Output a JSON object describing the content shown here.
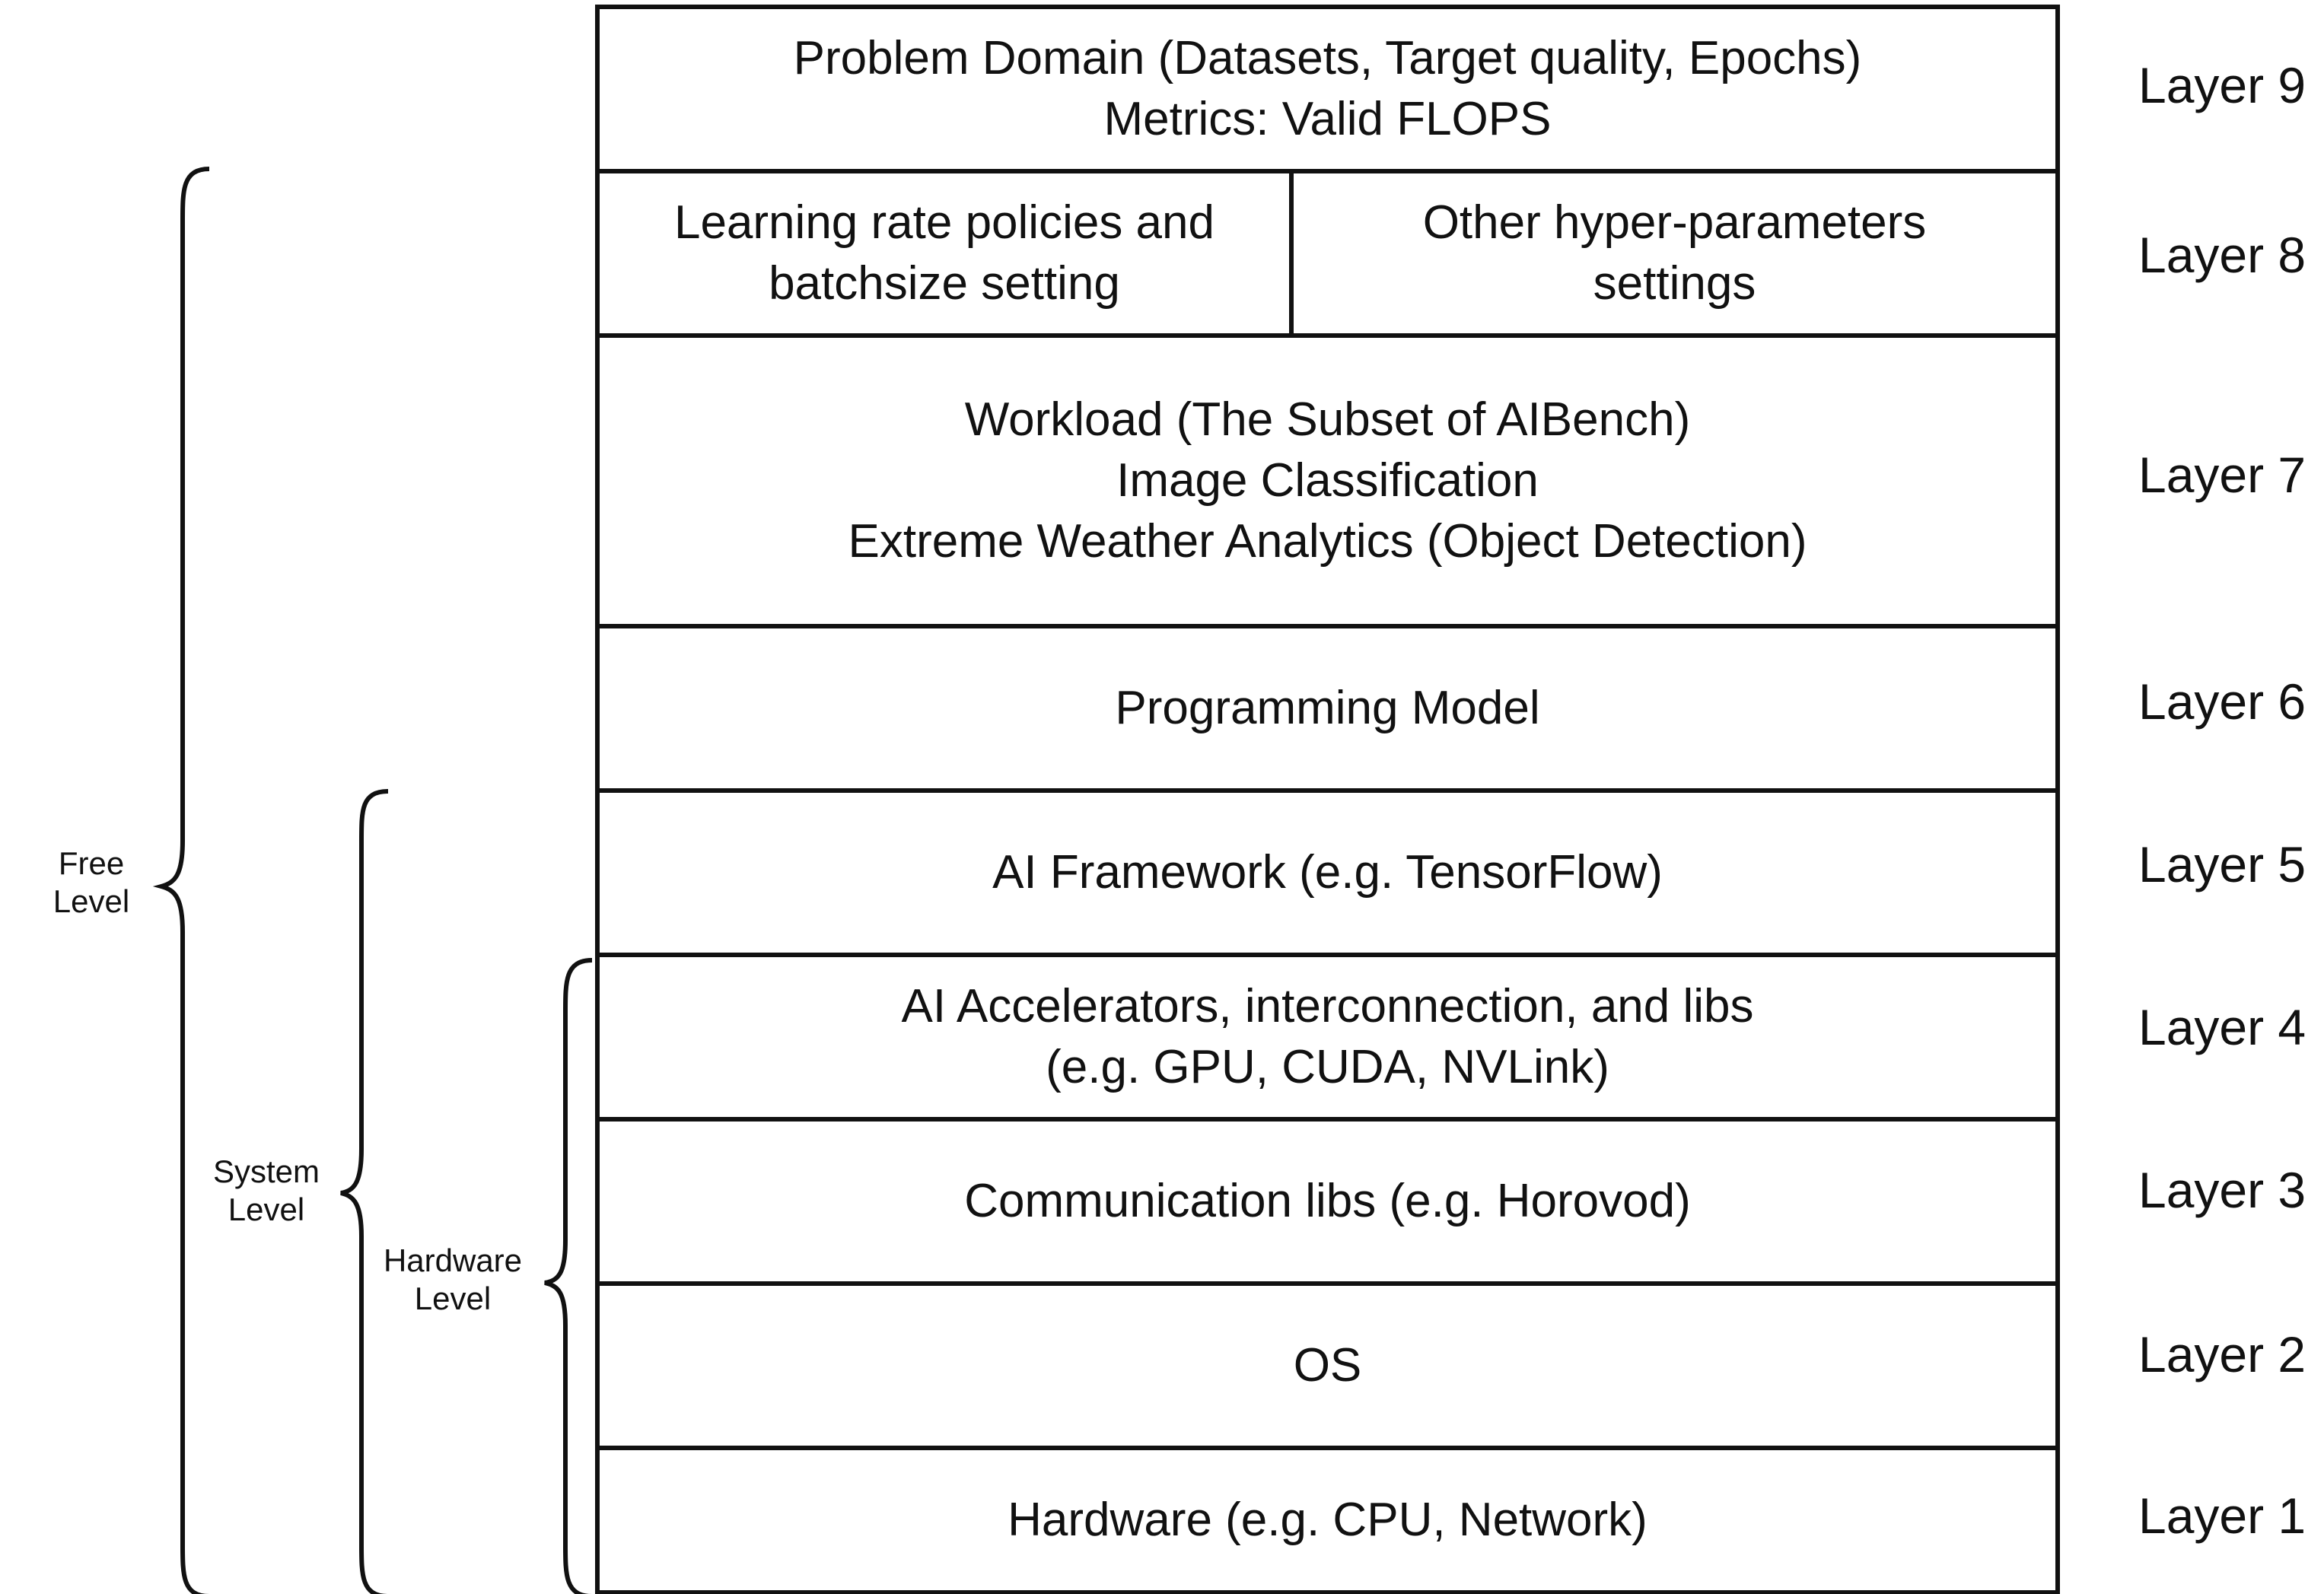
{
  "layers": [
    {
      "id": 9,
      "label": "Layer 9",
      "lines": [
        "Problem Domain (Datasets, Target quality, Epochs)",
        "Metrics: Valid FLOPS"
      ]
    },
    {
      "id": 8,
      "label": "Layer 8",
      "left_lines": [
        "Learning rate policies and",
        "batchsize setting"
      ],
      "right_lines": [
        "Other hyper-parameters",
        "settings"
      ]
    },
    {
      "id": 7,
      "label": "Layer 7",
      "lines": [
        "Workload (The Subset of AIBench)",
        "Image Classification",
        "Extreme Weather Analytics (Object Detection)"
      ]
    },
    {
      "id": 6,
      "label": "Layer 6",
      "lines": [
        "Programming Model"
      ]
    },
    {
      "id": 5,
      "label": "Layer 5",
      "lines": [
        "AI Framework (e.g. TensorFlow)"
      ]
    },
    {
      "id": 4,
      "label": "Layer 4",
      "lines": [
        "AI Accelerators, interconnection, and libs",
        "(e.g. GPU, CUDA, NVLink)"
      ]
    },
    {
      "id": 3,
      "label": "Layer 3",
      "lines": [
        "Communication libs (e.g. Horovod)"
      ]
    },
    {
      "id": 2,
      "label": "Layer 2",
      "lines": [
        "OS"
      ]
    },
    {
      "id": 1,
      "label": "Layer 1",
      "lines": [
        "Hardware (e.g. CPU, Network)"
      ]
    }
  ],
  "levels": {
    "free": [
      "Free",
      "Level"
    ],
    "system": [
      "System",
      "Level"
    ],
    "hardware": [
      "Hardware",
      "Level"
    ]
  }
}
